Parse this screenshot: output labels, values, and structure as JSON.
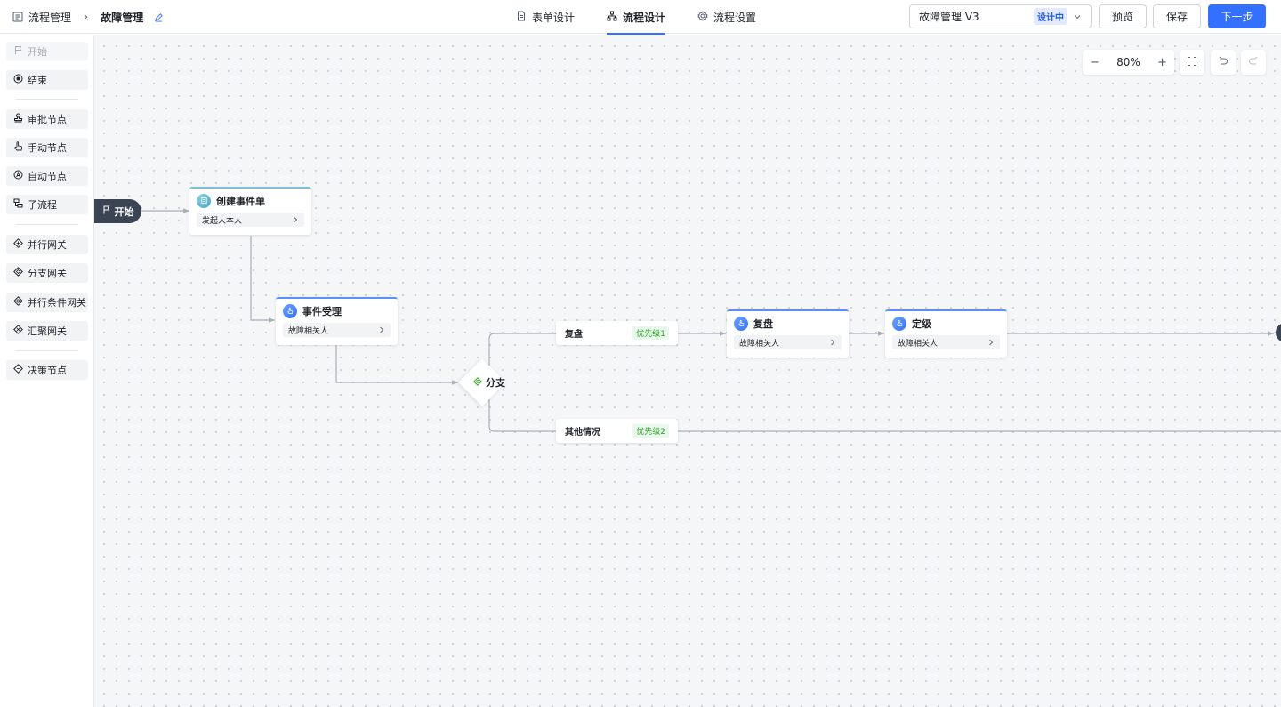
{
  "header": {
    "breadcrumb_root": "流程管理",
    "title": "故障管理",
    "tabs": [
      {
        "label": "表单设计",
        "icon": "document-icon"
      },
      {
        "label": "流程设计",
        "icon": "flow-icon"
      },
      {
        "label": "流程设置",
        "icon": "gear-icon"
      }
    ],
    "version": "故障管理 V3",
    "version_status": "设计中",
    "preview_label": "预览",
    "save_label": "保存",
    "next_label": "下一步",
    "accent_color": "#3370ff"
  },
  "sidebar": {
    "items": [
      {
        "label": "开始",
        "icon": "flag-icon"
      },
      {
        "label": "结束",
        "icon": "stop-circle-icon"
      },
      {
        "label": "审批节点",
        "icon": "stamp-icon"
      },
      {
        "label": "手动节点",
        "icon": "hand-icon"
      },
      {
        "label": "自动节点",
        "icon": "auto-icon"
      },
      {
        "label": "子流程",
        "icon": "subprocess-icon"
      },
      {
        "label": "并行网关",
        "icon": "diamond-icon"
      },
      {
        "label": "分支网关",
        "icon": "diamond-icon"
      },
      {
        "label": "并行条件网关",
        "icon": "diamond-icon"
      },
      {
        "label": "汇聚网关",
        "icon": "diamond-icon"
      },
      {
        "label": "决策节点",
        "icon": "diamond-icon"
      }
    ]
  },
  "canvas": {
    "zoom": "80%",
    "start_label": "开始",
    "nodes": [
      {
        "title": "创建事件单",
        "assignee": "发起人本人"
      },
      {
        "title": "事件受理",
        "assignee": "故障相关人"
      },
      {
        "title": "复盘",
        "assignee": "故障相关人"
      },
      {
        "title": "定级",
        "assignee": "故障相关人"
      }
    ],
    "gateway_label": "分支",
    "conditions": [
      {
        "label": "复盘",
        "priority": "优先级1"
      },
      {
        "label": "其他情况",
        "priority": "优先级2"
      }
    ]
  }
}
